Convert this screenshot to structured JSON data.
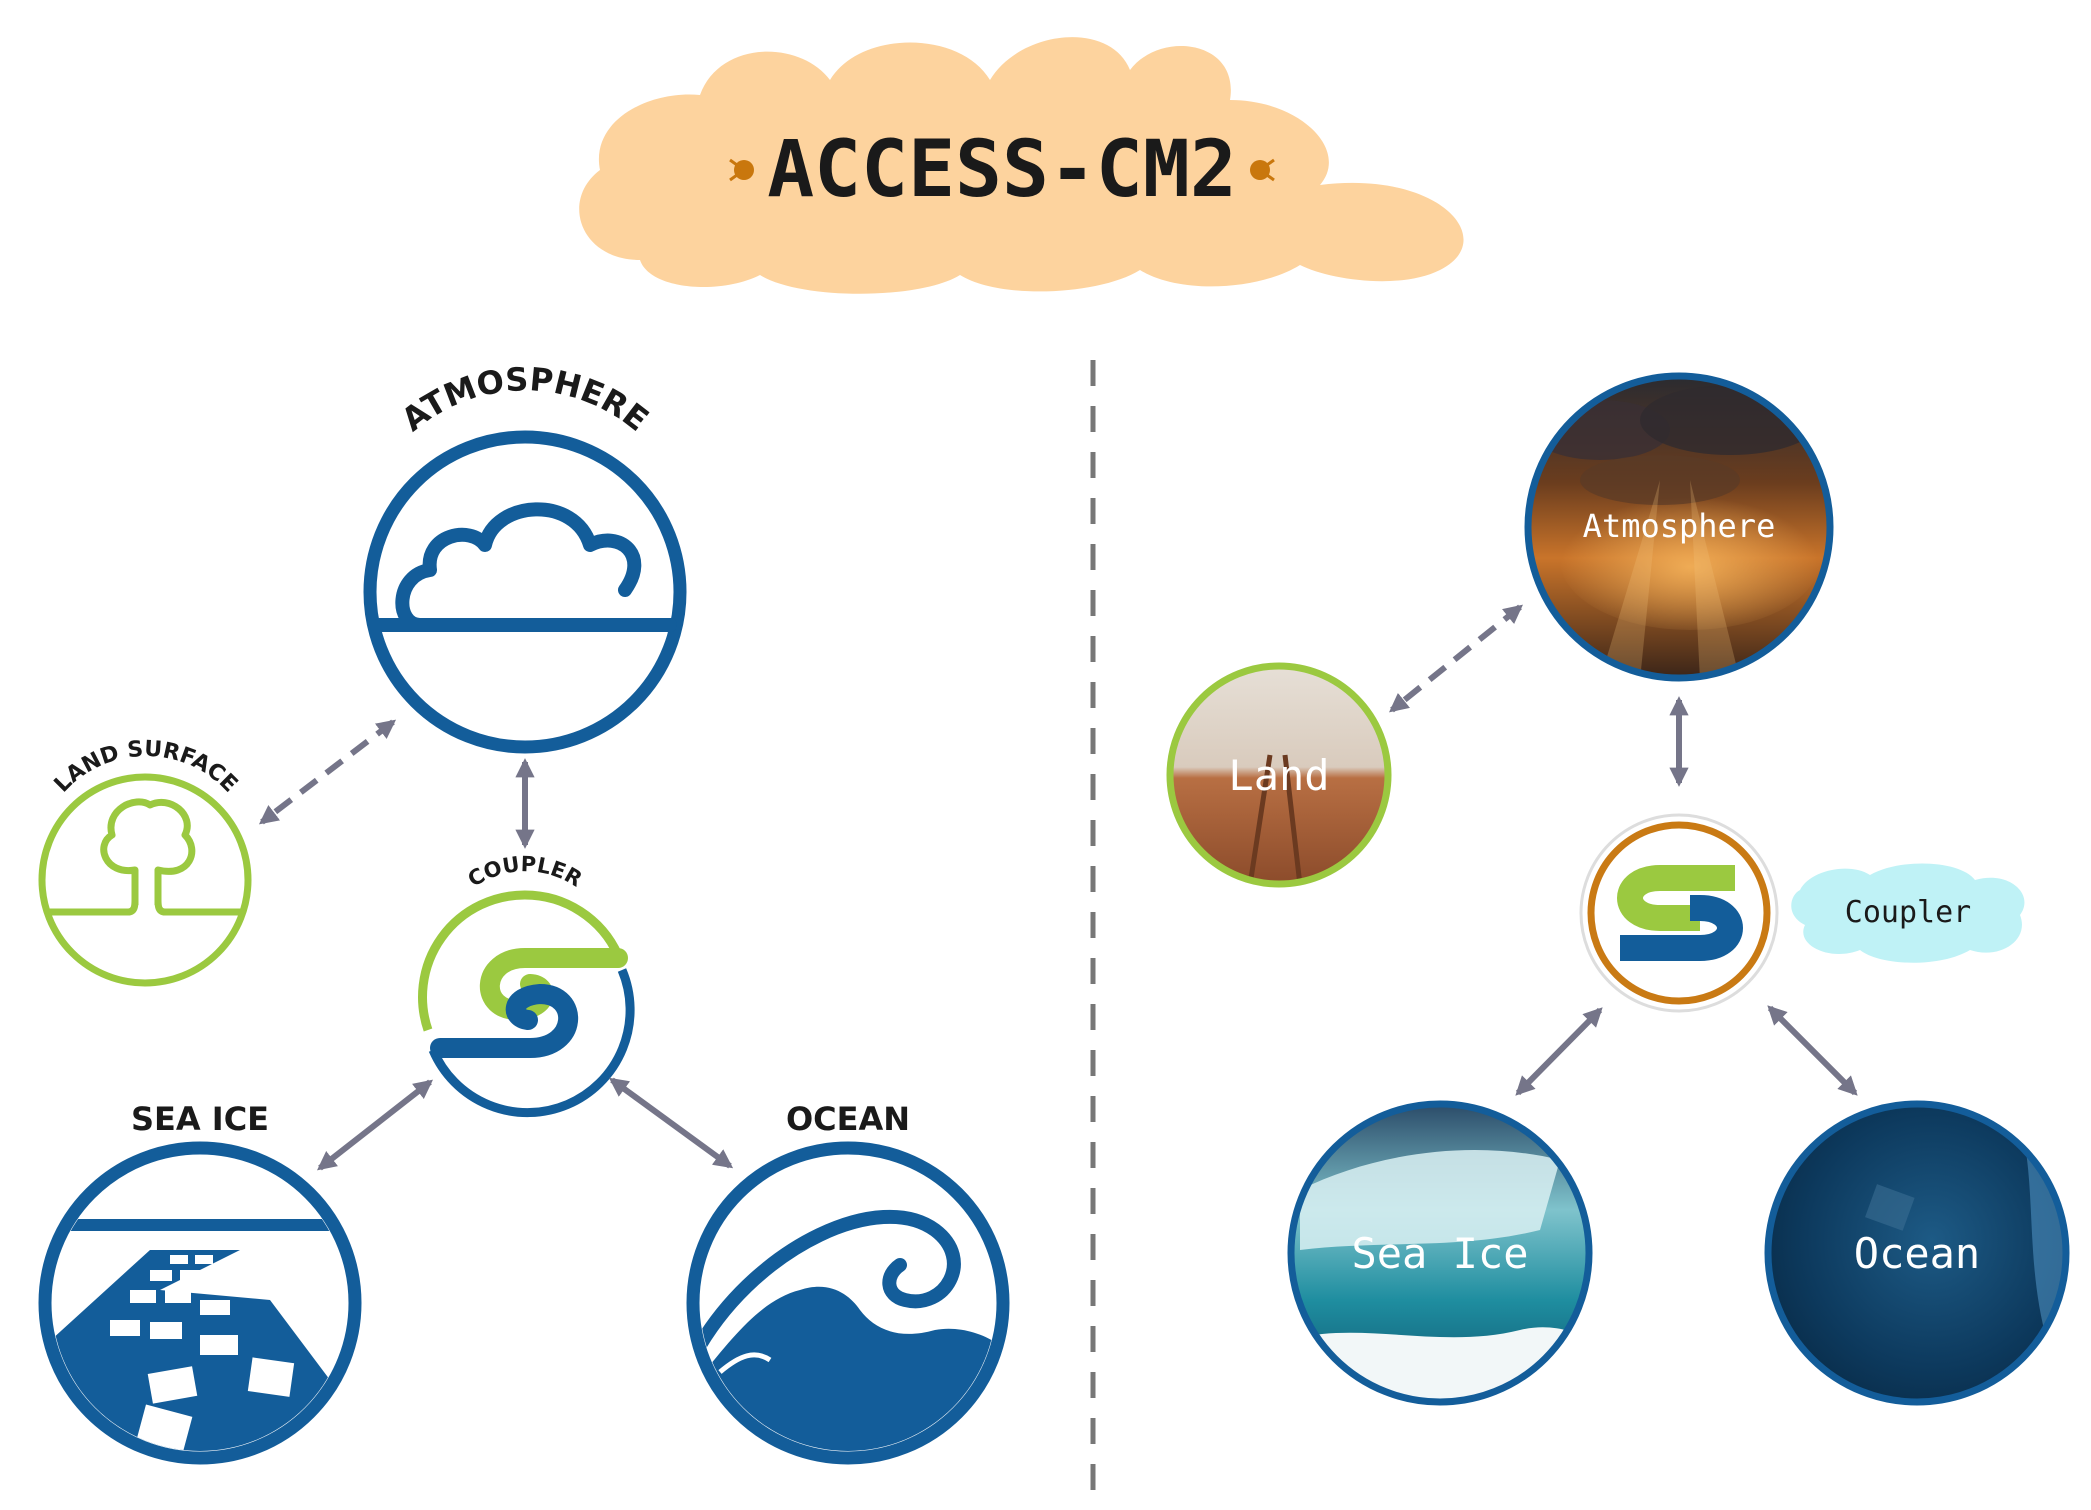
{
  "title": "ACCESS-CM2",
  "colors": {
    "blue": "#135d9a",
    "green": "#9bc940",
    "orange_ring": "#c97a14",
    "arrow": "#757589",
    "title_blob": "#fdd39e",
    "title_dot": "#c9770d",
    "coupler_blob": "#bff2f6",
    "divider": "#777777"
  },
  "left_panel": {
    "atmosphere_label": "ATMOSPHERE",
    "land_label": "LAND SURFACE",
    "coupler_label": "COUPLER",
    "sea_ice_label": "SEA ICE",
    "ocean_label": "OCEAN",
    "icons": {
      "atmosphere": "cloud-icon",
      "land": "tree-icon",
      "coupler": "swirl-s-icon",
      "sea_ice": "ice-floes-icon",
      "ocean": "wave-icon"
    }
  },
  "right_panel": {
    "atmosphere_label": "Atmosphere",
    "land_label": "Land",
    "coupler_label": "Coupler",
    "sea_ice_label": "Sea Ice",
    "ocean_label": "Ocean"
  }
}
